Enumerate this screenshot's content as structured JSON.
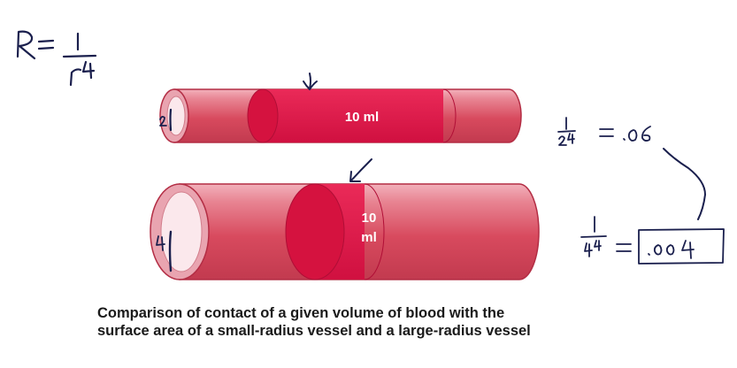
{
  "formula": {
    "lhs": "R",
    "numerator": "1",
    "denominator": "r",
    "exponent": "4"
  },
  "small_vessel": {
    "radius_label": "2",
    "volume_label": "10 ml"
  },
  "large_vessel": {
    "radius_label": "4",
    "volume_line1": "10",
    "volume_line2": "ml"
  },
  "calc_small": {
    "numerator": "1",
    "base": "2",
    "exponent": "4",
    "result": ".06"
  },
  "calc_large": {
    "numerator": "1",
    "base": "4",
    "exponent": "4",
    "result": ".004"
  },
  "caption": {
    "line1": "Comparison of contact of a given volume of blood with the",
    "line2": "surface area of a small-radius vessel and a large-radius vessel"
  },
  "colors": {
    "vessel_body": "#d84a5e",
    "vessel_light": "#eea0ac",
    "blood": "#e0184a",
    "ink": "#1a1f4d"
  }
}
